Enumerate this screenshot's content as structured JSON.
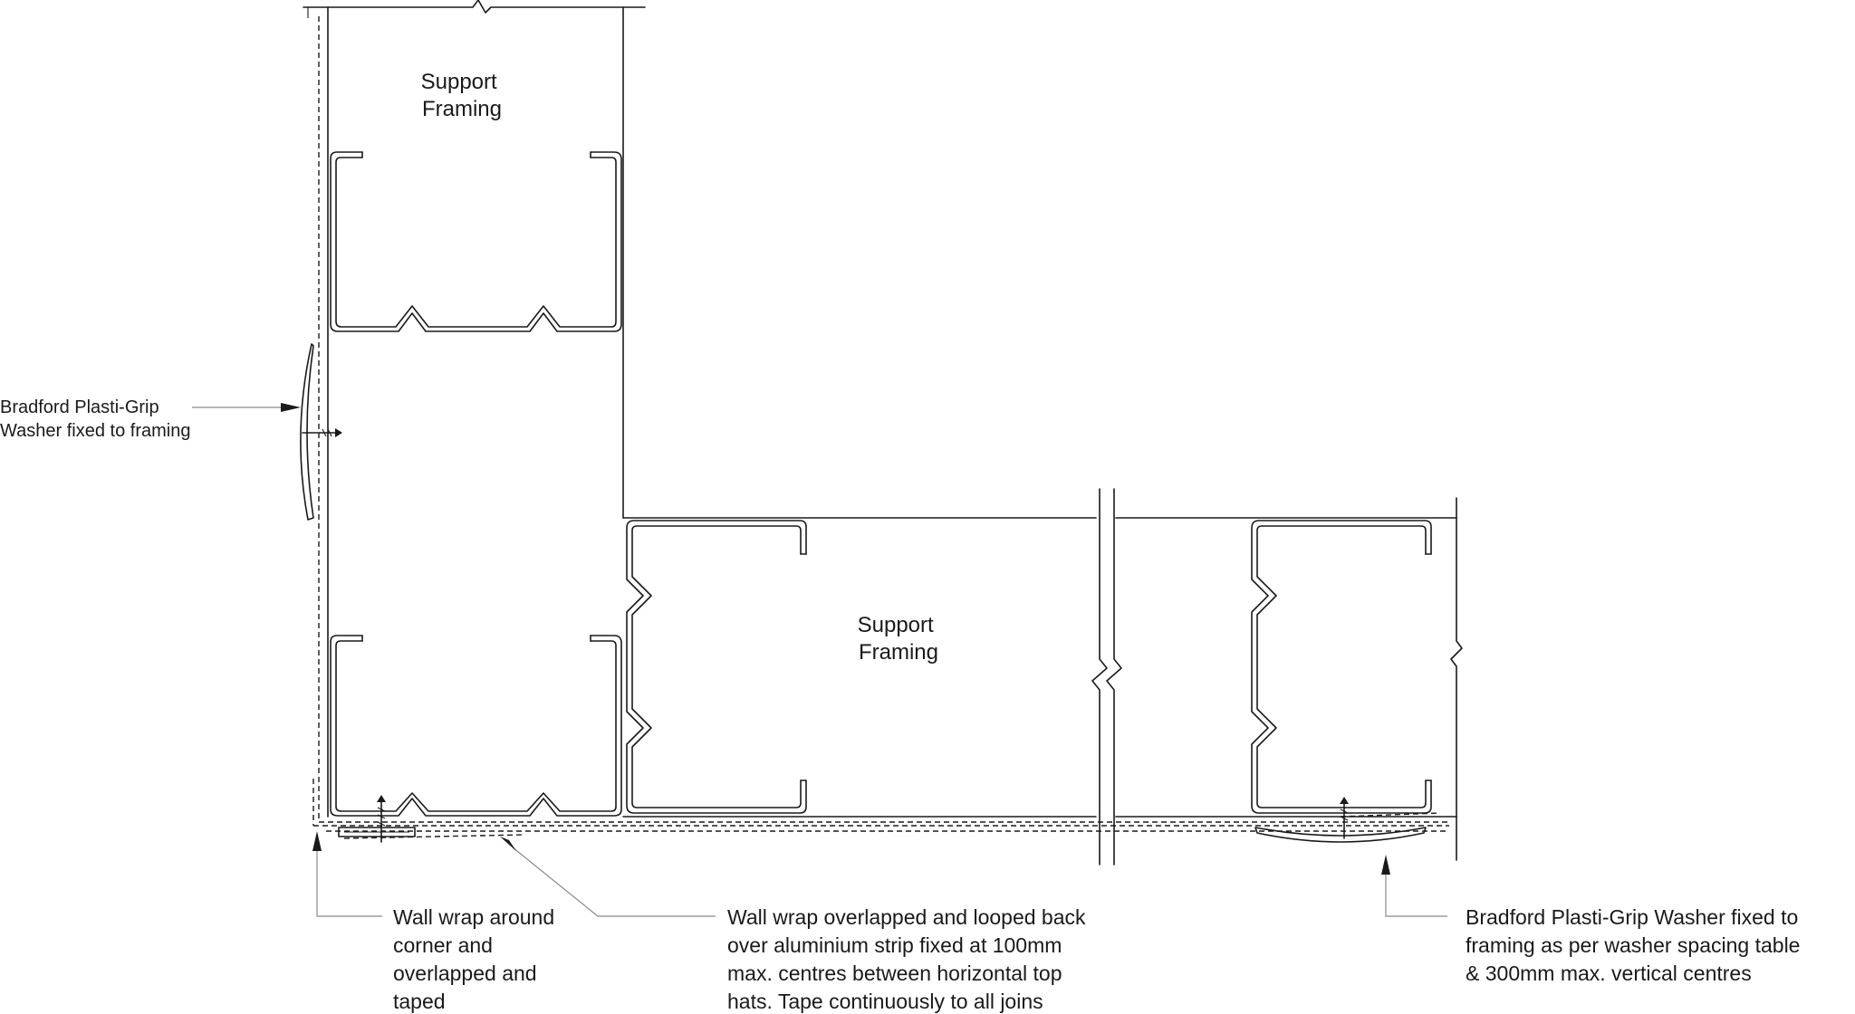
{
  "colors": {
    "ink": "#1a1a1a",
    "leader": "#8a8a8a",
    "background": "#ffffff"
  },
  "labels": {
    "support_framing_upper": [
      "Support",
      "Framing"
    ],
    "support_framing_lower": [
      "Support",
      "Framing"
    ],
    "washer_left": [
      "Bradford Plasti-Grip",
      "Washer fixed to framing"
    ],
    "wrap_corner": [
      "Wall wrap around",
      "corner and",
      "overlapped and",
      "taped"
    ],
    "wrap_overlap": [
      "Wall wrap overlapped and looped back",
      "over aluminium strip fixed at 100mm",
      "max. centres between horizontal top",
      "hats. Tape continuously to all joins"
    ],
    "washer_right": [
      "Bradford Plasti-Grip Washer fixed to",
      "framing as per washer spacing table",
      "& 300mm max. vertical centres"
    ]
  }
}
